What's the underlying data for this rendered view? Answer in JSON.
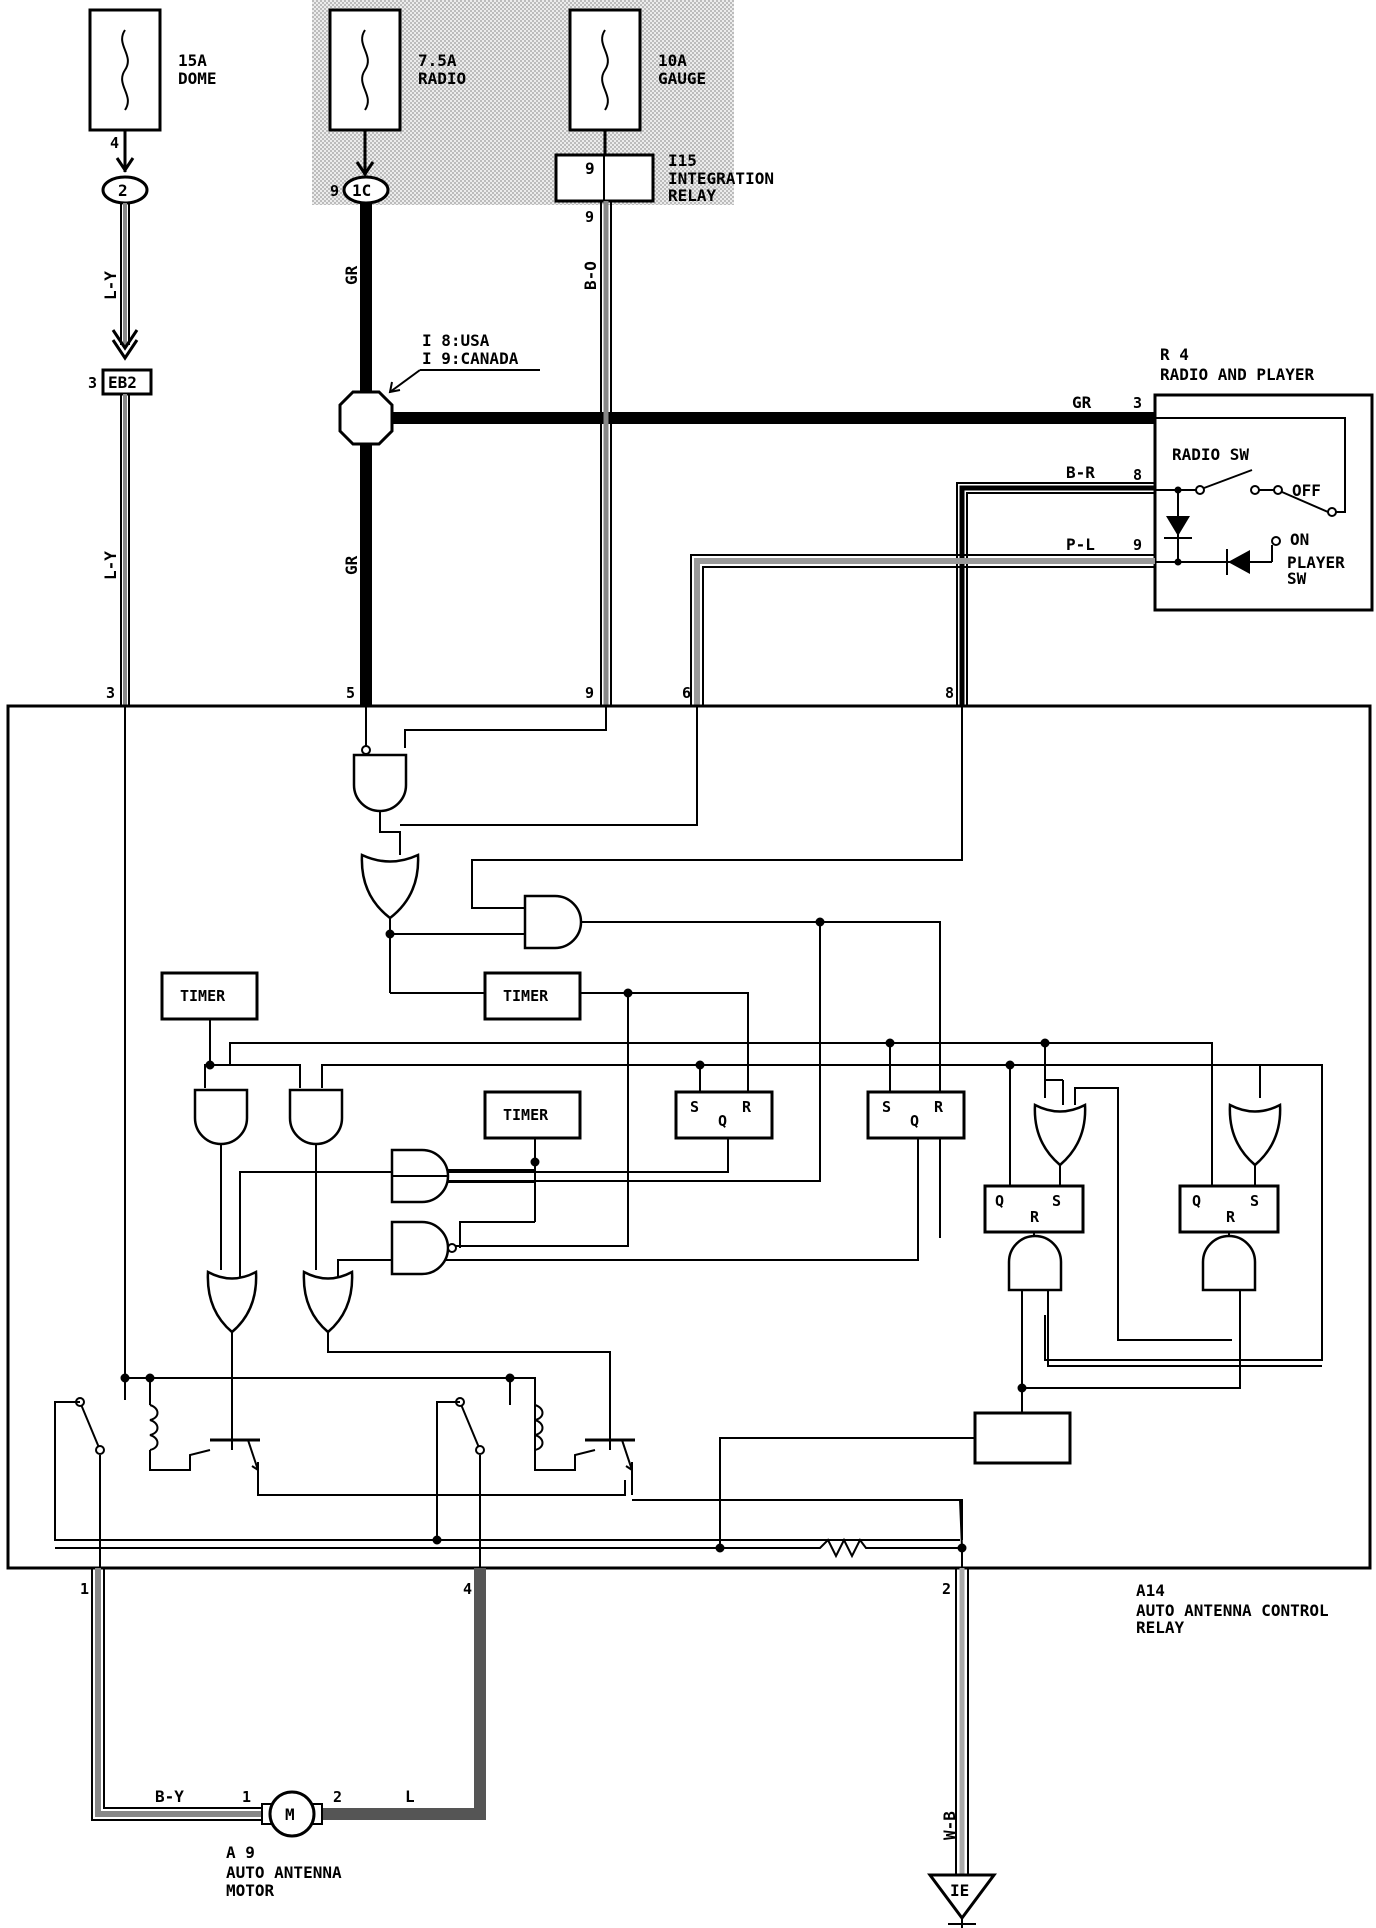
{
  "fuses": [
    {
      "rating": "15A",
      "name": "DOME",
      "pin": "4"
    },
    {
      "rating": "7.5A",
      "name": "RADIO",
      "pin": "9"
    },
    {
      "rating": "10A",
      "name": "GAUGE"
    }
  ],
  "connectors": {
    "dome_conn": "2",
    "radio_conn": "1C",
    "eb2_pin": "3",
    "eb2": "EB2"
  },
  "integration_relay": {
    "id": "I15",
    "name_line1": "INTEGRATION",
    "name_line2": "RELAY",
    "pin_in": "9",
    "pin_out": "9"
  },
  "junction_note": {
    "line1": "I 8:USA",
    "line2": "I 9:CANADA"
  },
  "wire_colors": {
    "ly_top": "L-Y",
    "ly_bottom": "L-Y",
    "gr_top": "GR",
    "gr_bottom": "GR",
    "bo": "B-O",
    "gr_radio": "GR",
    "br": "B-R",
    "pl": "P-L",
    "by": "B-Y",
    "l": "L",
    "wb": "W-B"
  },
  "radio_player": {
    "id": "R 4",
    "name": "RADIO AND PLAYER",
    "pin_gr": "3",
    "pin_br": "8",
    "pin_pl": "9",
    "radio_sw": "RADIO SW",
    "off": "OFF",
    "on": "ON",
    "player_sw_1": "PLAYER",
    "player_sw_2": "SW"
  },
  "relay_box": {
    "id": "A14",
    "name_line1": "AUTO ANTENNA CONTROL",
    "name_line2": "RELAY",
    "pins_top": [
      "3",
      "5",
      "9",
      "6",
      "8"
    ],
    "pins_bottom": [
      "1",
      "4",
      "2"
    ]
  },
  "logic": {
    "timer": "TIMER",
    "s": "S",
    "q": "Q",
    "r": "R"
  },
  "motor": {
    "id": "A 9",
    "name_line1": "AUTO ANTENNA",
    "name_line2": "MOTOR",
    "symbol": "M",
    "pin1": "1",
    "pin2": "2"
  },
  "ground": {
    "label": "IE"
  }
}
